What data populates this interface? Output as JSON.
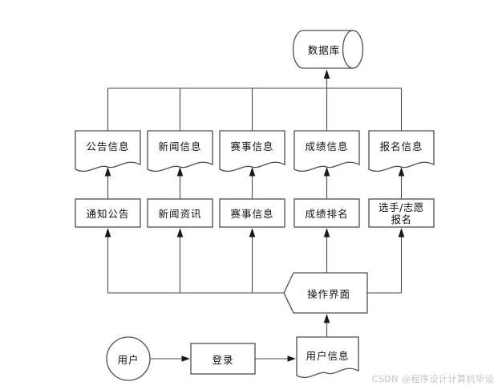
{
  "diagram": {
    "database": {
      "label": "数据库"
    },
    "documents": [
      {
        "label": "公告信息"
      },
      {
        "label": "新闻信息"
      },
      {
        "label": "赛事信息"
      },
      {
        "label": "成绩信息"
      },
      {
        "label": "报名信息"
      }
    ],
    "modules": [
      {
        "label": "通知公告"
      },
      {
        "label": "新闻资讯"
      },
      {
        "label": "赛事信息"
      },
      {
        "label": "成绩排名"
      },
      {
        "lines": [
          "选手/志愿",
          "报名"
        ]
      }
    ],
    "interface": {
      "label": "操作界面"
    },
    "user": {
      "label": "用户"
    },
    "login": {
      "label": "登录"
    },
    "user_info": {
      "label": "用户信息"
    },
    "watermark": "CSDN @程序设计计算机毕设",
    "colors": {
      "line": "#4a4a4a",
      "shape_border": "#4f4f4f",
      "text": "#111111",
      "watermark": "#c4c4c4"
    }
  }
}
